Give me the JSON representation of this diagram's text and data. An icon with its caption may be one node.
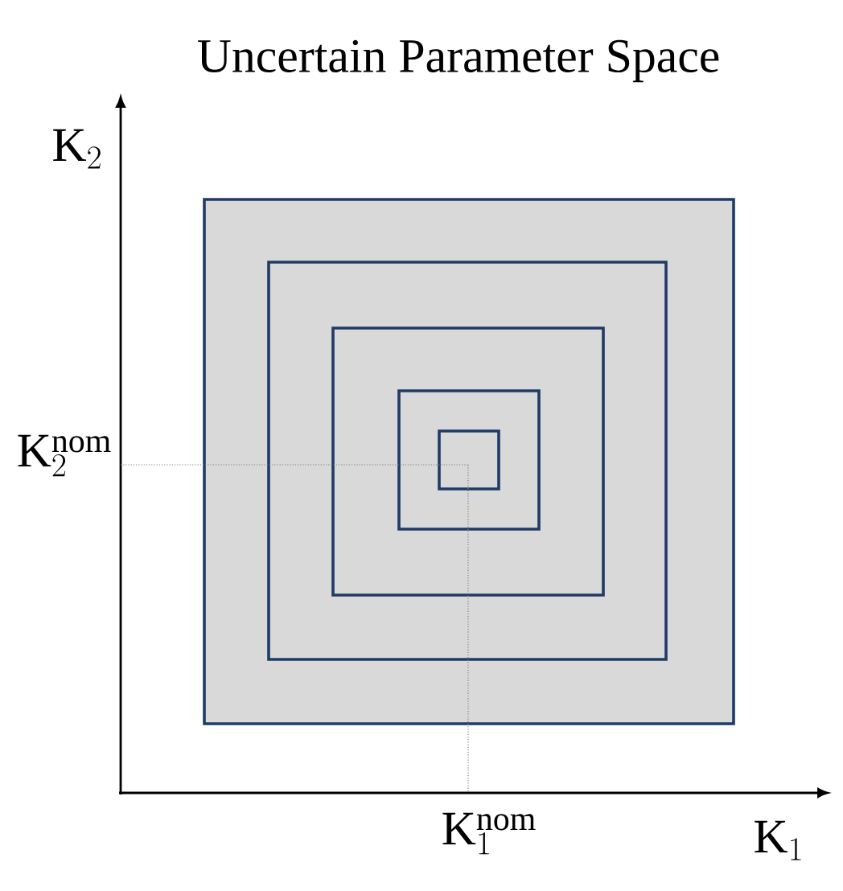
{
  "diagram": {
    "title": "Uncertain Parameter Space",
    "nodes": [
      {
        "text": [],
        "shape": "box"
      },
      {
        "text": [],
        "shape": "box",
        "in": 0
      },
      {
        "text": [],
        "shape": "box",
        "in": 1
      },
      {
        "text": [],
        "shape": "box",
        "in": 2
      },
      {
        "text": [],
        "shape": "box",
        "in": 3
      }
    ],
    "edges": [],
    "labels": [
      "\\mathrm{K}_2",
      "\\mathrm{K}_2^{\\mathrm{nom}}",
      "\\mathrm{K}_1^{\\mathrm{nom}}",
      "\\mathrm{K}_1"
    ]
  }
}
